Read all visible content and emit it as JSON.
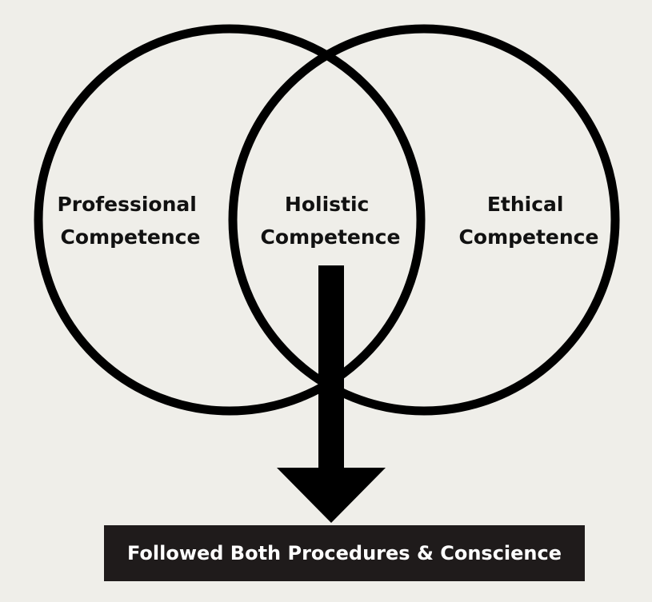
{
  "diagram": {
    "left_circle": {
      "line1": "Professional",
      "line2": "Competence"
    },
    "overlap": {
      "line1": "Holistic",
      "line2": "Competence"
    },
    "right_circle": {
      "line1": "Ethical",
      "line2": "Competence"
    },
    "outcome": "Followed Both Procedures & Conscience"
  },
  "colors": {
    "background": "#efeee9",
    "stroke": "#000000",
    "box": "#1f1b1b",
    "box_text": "#ffffff"
  }
}
